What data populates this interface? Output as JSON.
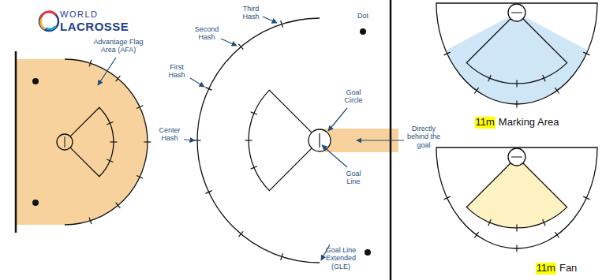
{
  "diagram": {
    "labels": [
      "WORLD",
      "LACROSSE",
      "Advantage Flag Area (AFA)",
      "Third Hash",
      "Dot",
      "Second Hash",
      "First Hash",
      "Goal Circle",
      "Center Hash",
      "Directly behind the goal",
      "Goal Line",
      "Goal Line Extended (GLE)",
      "11m",
      "Marking Area",
      "11m",
      "Fan"
    ]
  }
}
